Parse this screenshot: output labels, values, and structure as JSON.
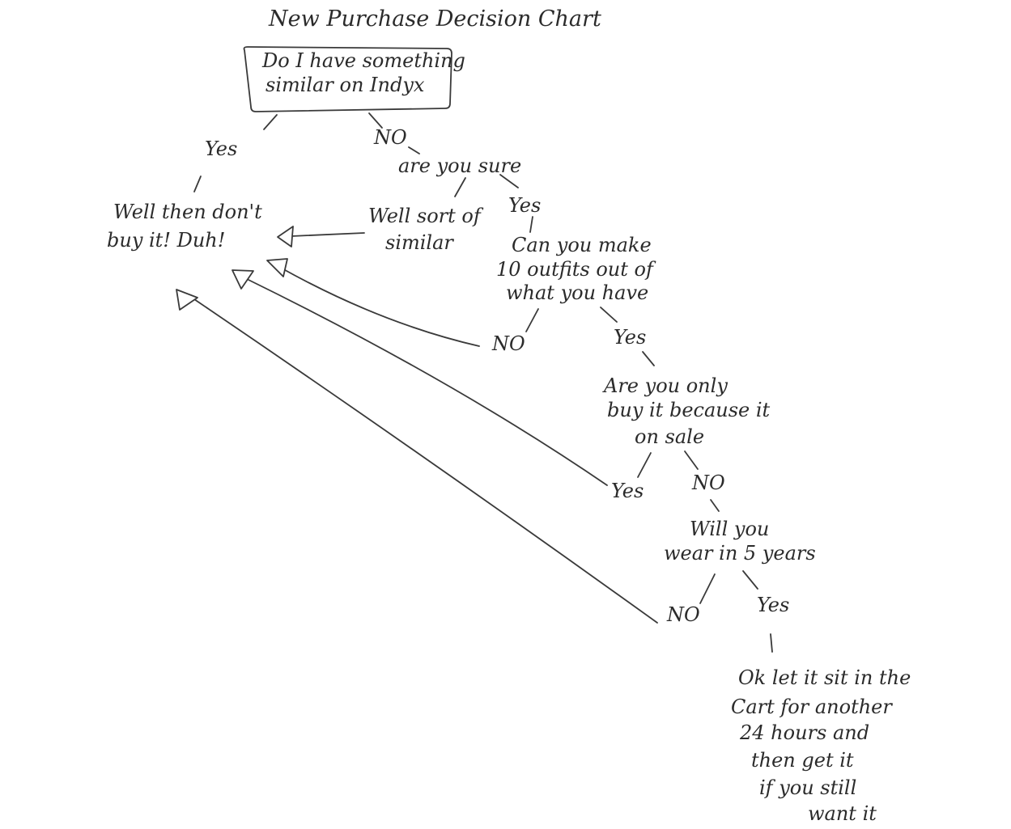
{
  "title": "New Purchase Decision Chart",
  "nodes": {
    "start": [
      "Do I have something",
      "similar on Indyx"
    ],
    "dont_buy": [
      "Well then don't",
      "buy it! Duh!"
    ],
    "are_you_sure": [
      "are you sure"
    ],
    "sort_of_similar": [
      "Well sort of",
      "similar"
    ],
    "ten_outfits": [
      "Can you make",
      "10 outfits out of",
      "what you have"
    ],
    "on_sale": [
      "Are you only",
      "buy it because it",
      "on sale"
    ],
    "five_years": [
      "Will you",
      "wear in 5 years"
    ],
    "let_it_sit": [
      "Ok let it sit in the",
      "Cart for another",
      "24 hours and",
      "then get it",
      "if you still",
      "want it"
    ]
  },
  "edge_labels": {
    "start_yes": "Yes",
    "start_no": "NO",
    "sure_yes": "Yes",
    "outfits_no": "NO",
    "outfits_yes": "Yes",
    "sale_yes": "Yes",
    "sale_no": "NO",
    "years_no": "NO",
    "years_yes": "Yes"
  }
}
